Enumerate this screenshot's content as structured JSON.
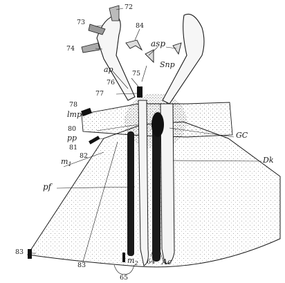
{
  "labels": {
    "l72": "72",
    "l73": "73",
    "l74": "74",
    "l84": "84",
    "asp": "asp",
    "ap": "ap",
    "l76": "76",
    "l75": "75",
    "snp": "Snp",
    "l77": "77",
    "l78": "78",
    "lmp": "lmp",
    "l80": "80",
    "pp": "pp",
    "l81": "81",
    "l82": "82",
    "m1": "m",
    "m1_sub": "1",
    "gc": "GC",
    "dk": "Dk",
    "pf": "pf",
    "l83a": "83",
    "l83b": "83",
    "m2": "m",
    "m2_sub": "2",
    "l64": "64",
    "ac": "Ac",
    "l65": "65"
  },
  "colors": {
    "ink": "#1a1a1a",
    "stipple": "#2b2b2b",
    "paper": "#ffffff"
  }
}
